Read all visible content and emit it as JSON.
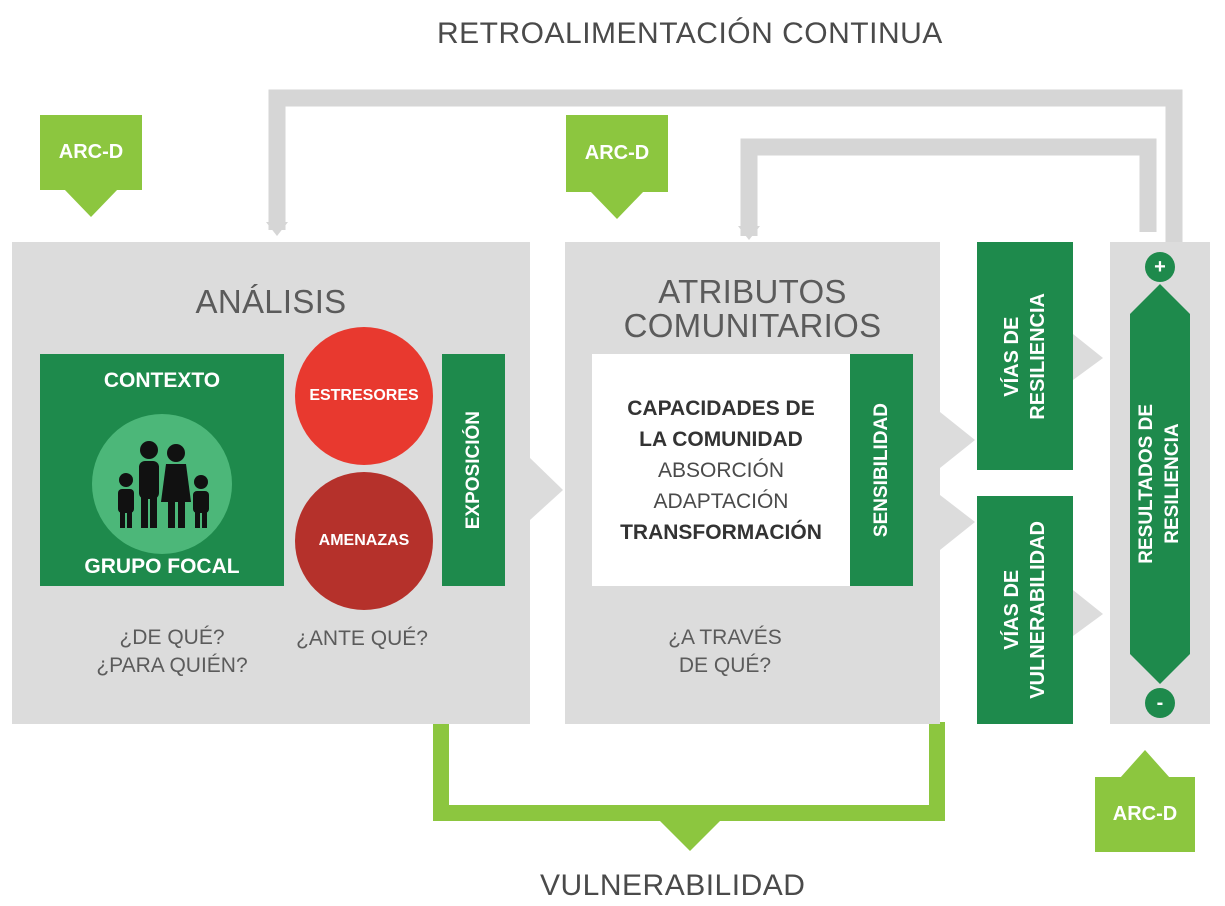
{
  "diagram": {
    "top_title": "RETROALIMENTACIÓN CONTINUA",
    "bottom_title": "VULNERABILIDAD",
    "arc_tags": [
      "ARC-D",
      "ARC-D",
      "ARC-D"
    ],
    "analysis": {
      "heading": "ANÁLISIS",
      "context_label": "CONTEXTO",
      "focal_group_label": "GRUPO FOCAL",
      "stressors_label": "ESTRESORES",
      "threats_label": "AMENAZAS",
      "exposure_label": "EXPOSICIÓN",
      "question_1_line1": "¿DE QUÉ?",
      "question_1_line2": "¿PARA QUIÉN?",
      "question_2": "¿ANTE QUÉ?"
    },
    "attributes": {
      "heading_line1": "ATRIBUTOS",
      "heading_line2": "COMUNITARIOS",
      "capacities_line1": "CAPACIDADES DE",
      "capacities_line2": "LA COMUNIDAD",
      "absorption": "ABSORCIÓN",
      "adaptation": "ADAPTACIÓN",
      "transformation": "TRANSFORMACIÓN",
      "sensitivity_label": "SENSIBILIDAD",
      "question_line1": "¿A TRAVÉS",
      "question_line2": "DE QUÉ?"
    },
    "pathways": {
      "resilience_line1": "VÍAS DE",
      "resilience_line2": "RESILIENCIA",
      "vulnerability_line1": "VÍAS DE",
      "vulnerability_line2": "VULNERABILIDAD"
    },
    "outcomes": {
      "line1": "RESULTADOS DE",
      "line2": "RESILIENCIA",
      "plus": "+",
      "minus": "-"
    },
    "colors": {
      "panel_gray": "#dcdcdc",
      "feedback_gray": "#d6d6d6",
      "dark_green": "#1e8a4c",
      "light_green": "#8cc63f",
      "stressor_red": "#e8392f",
      "threat_red": "#b5312b"
    }
  }
}
